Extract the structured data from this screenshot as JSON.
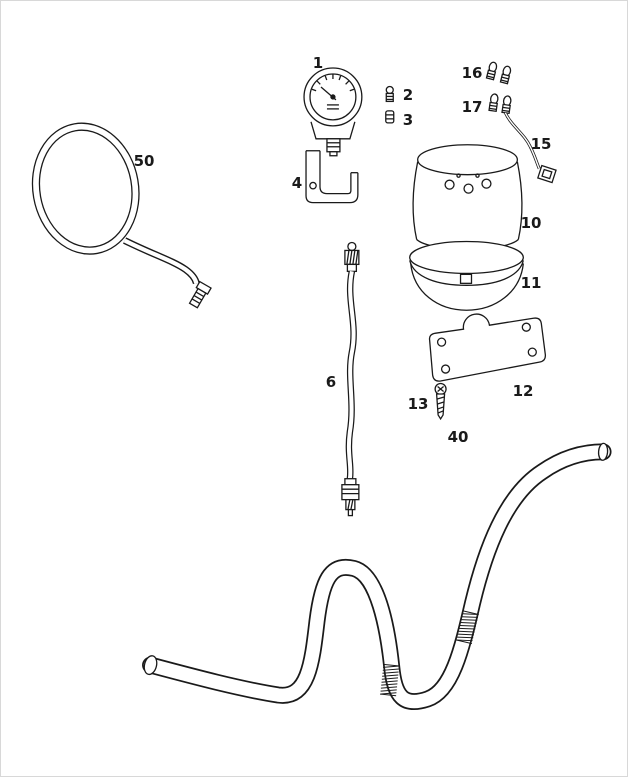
{
  "colors": {
    "background": "#ffffff",
    "line": "#1a1a1a",
    "border": "#d8d8d8"
  },
  "labels": {
    "p1": "1",
    "p2": "2",
    "p3": "3",
    "p4": "4",
    "p6": "6",
    "p10": "10",
    "p11": "11",
    "p12": "12",
    "p13": "13",
    "p15": "15",
    "p16": "16",
    "p17": "17",
    "p40": "40",
    "p50": "50"
  }
}
